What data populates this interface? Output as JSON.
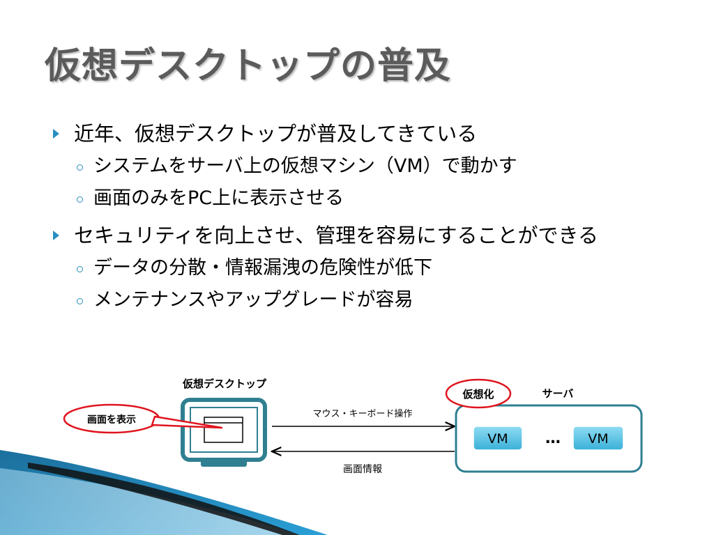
{
  "title": "仮想デスクトップの普及",
  "bullets": [
    {
      "text": "近年、仮想デスクトップが普及してきている",
      "sub": [
        "システムをサーバ上の仮想マシン（VM）で動かす",
        "画面のみをPC上に表示させる"
      ]
    },
    {
      "text": "セキュリティを向上させ、管理を容易にすることができる",
      "sub": [
        "データの分散・情報漏洩の危険性が低下",
        "メンテナンスやアップグレードが容易"
      ]
    }
  ],
  "diagram": {
    "client_label": "仮想デスクトップ",
    "display_callout": "画面を表示",
    "arrow_to_server": "マウス・キーボード操作",
    "arrow_to_client": "画面情報",
    "virtualization_callout": "仮想化",
    "server_label": "サーバ",
    "vm_label_1": "VM",
    "vm_label_2": "VM",
    "ellipsis": "…"
  },
  "colors": {
    "title": "#5b5b5b",
    "accent": "#2a8fc0",
    "server_border": "#2f7f91",
    "vm_fill": "#5bc0de",
    "callout": "#e0141e"
  }
}
